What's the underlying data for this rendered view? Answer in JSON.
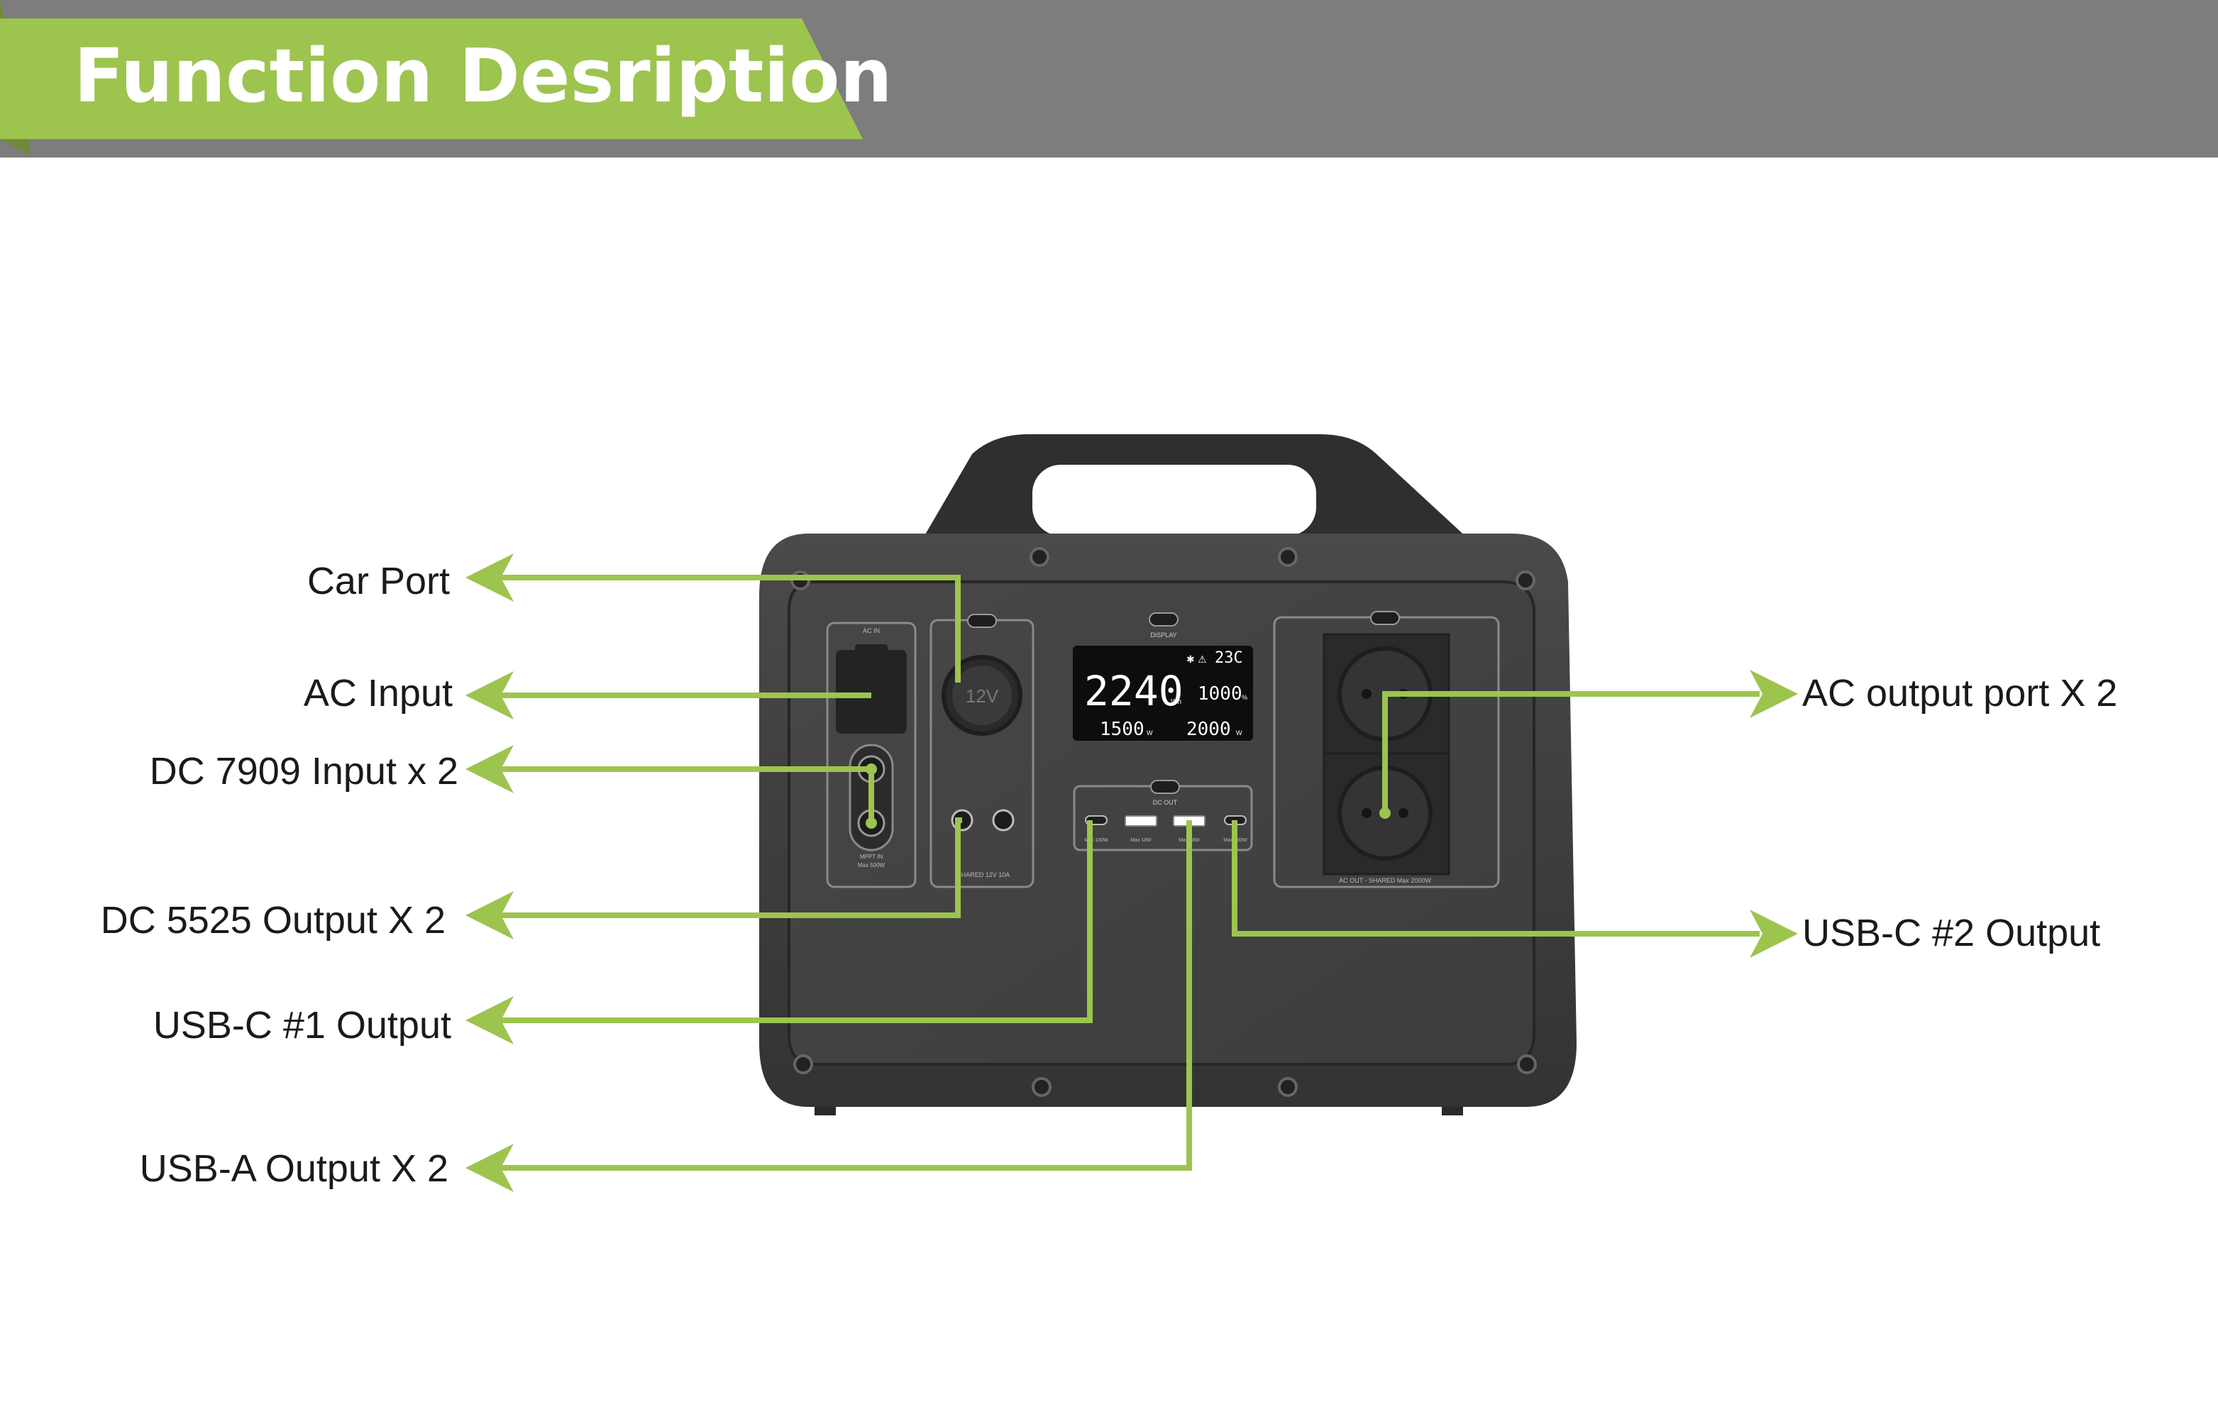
{
  "header": {
    "title": "Function Desription"
  },
  "display": {
    "energy": "2240",
    "energy_unit": "Wh",
    "temperature": "23C",
    "input_power": "1500",
    "input_unit": "W",
    "output_power": "2000",
    "output_unit": "W",
    "aux_value": "1000",
    "aux_unit": "%"
  },
  "panel_labels": {
    "ac_in": "AC IN",
    "car_port": "12V",
    "mppt": "MPPT IN",
    "mppt_sub": "Max 500W",
    "shared_dc": "SHARED 12V 10A",
    "display_btn": "DISPLAY",
    "dc_out": "DC OUT",
    "usb_c1": "Max 100W",
    "usb_a1": "Max 18W",
    "usb_a2": "Max 18W",
    "usb_c2": "Max 100W",
    "ac_out": "AC OUT - SHARED Max 2000W"
  },
  "callouts": {
    "car_port": "Car Port",
    "ac_input": "AC Input",
    "dc7909": "DC 7909 Input x 2",
    "dc5525": "DC 5525 Output X 2",
    "usbc1": "USB-C #1 Output",
    "usba": "USB-A Output X 2",
    "ac_output": "AC output port X 2",
    "usbc2": "USB-C #2 Output"
  },
  "colors": {
    "accent_green": "#9dc44f",
    "header_gray": "#7d7d7b",
    "device_body": "#3c3c3c",
    "device_dark": "#2a2a2a"
  }
}
